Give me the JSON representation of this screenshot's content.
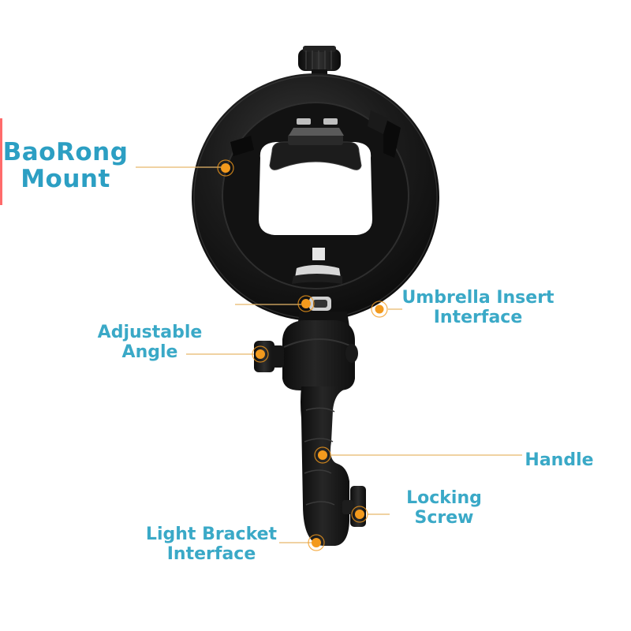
{
  "labels": {
    "mount": [
      "BaoRong",
      "Mount"
    ],
    "umbrella": [
      "Umbrella Insert",
      "Interface"
    ],
    "angle": [
      "Adjustable",
      "Angle"
    ],
    "handle": [
      "Handle"
    ],
    "locking": [
      "Locking",
      "Screw"
    ],
    "bracket": [
      "Light Bracket",
      "Interface"
    ]
  },
  "colors": {
    "label_text": "#3aa9c7",
    "title_text": "#2c9fc3",
    "marker": "#f39a1d",
    "leader_line": "#e6b66a",
    "device": "#141414",
    "background": "#ffffff"
  },
  "markers": [
    "mount",
    "umbrella",
    "angle",
    "handle",
    "locking",
    "bracket",
    "center"
  ]
}
